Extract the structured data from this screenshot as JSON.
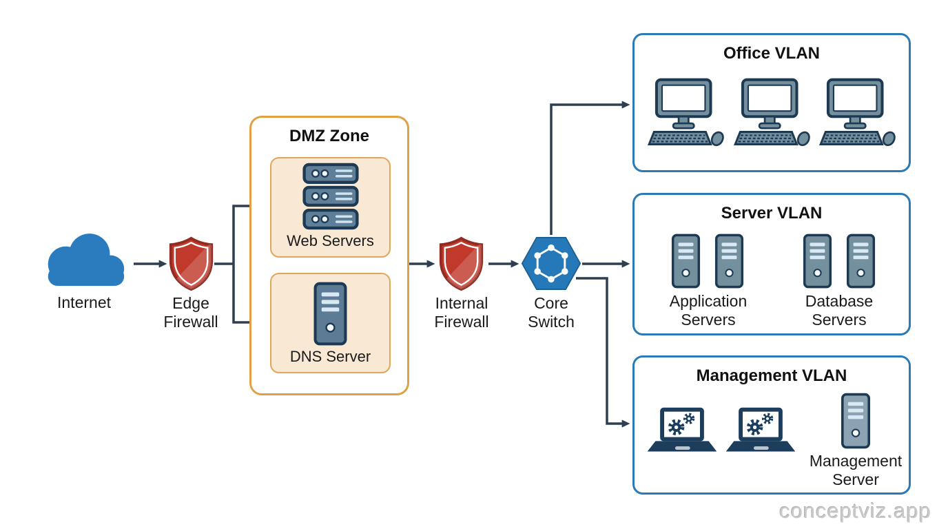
{
  "watermark": "conceptviz.app",
  "nodes": {
    "internet": {
      "label": "Internet"
    },
    "edge_firewall": {
      "line1": "Edge",
      "line2": "Firewall"
    },
    "dmz": {
      "title": "DMZ Zone",
      "web_servers_label": "Web Servers",
      "dns_server_label": "DNS Server"
    },
    "internal_firewall": {
      "line1": "Internal",
      "line2": "Firewall"
    },
    "core_switch": {
      "line1": "Core",
      "line2": "Switch"
    },
    "office_vlan": {
      "title": "Office VLAN"
    },
    "server_vlan": {
      "title": "Server VLAN",
      "application_servers": {
        "line1": "Application",
        "line2": "Servers"
      },
      "database_servers": {
        "line1": "Database",
        "line2": "Servers"
      }
    },
    "management_vlan": {
      "title": "Management VLAN",
      "management_server": {
        "line1": "Management",
        "line2": "Server"
      }
    }
  },
  "colors": {
    "connector": "#2c3e50",
    "cloud_blue": "#2b7cbe",
    "switch_blue": "#2679b8",
    "vlan_border_blue": "#2a7ab5",
    "firewall_red": "#c0392b",
    "dmz_border_orange": "#e0a144",
    "dmz_inner_fill": "#f9e9d4",
    "device_slate": "#74909f",
    "device_outline_navy": "#1e3a52",
    "laptop_navy": "#1c3d5c",
    "text": "#1a1a1a",
    "watermark_gray": "#c9c9c9"
  }
}
